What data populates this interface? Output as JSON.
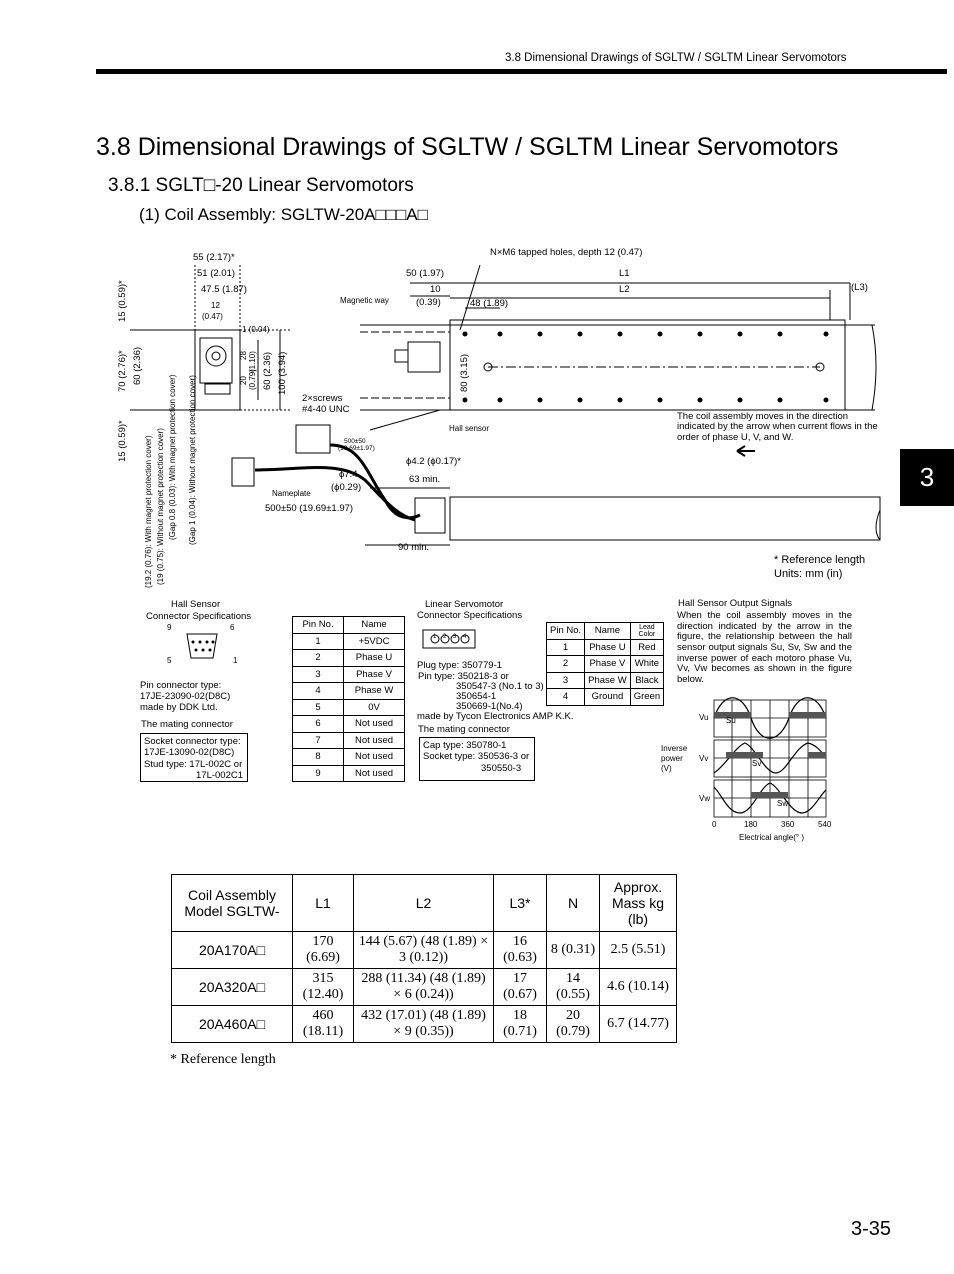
{
  "header": {
    "running_title": "3.8  Dimensional Drawings of SGLTW / SGLTM Linear Servomotors",
    "page_number": "3-35",
    "chapter_tab": "3"
  },
  "headings": {
    "h1": "3.8  Dimensional Drawings of SGLTW / SGLTM Linear Servomotors",
    "h2": "3.8.1  SGLT□-20 Linear Servomotors",
    "h3": "(1) Coil Assembly: SGLTW-20A□□□A□"
  },
  "drawing": {
    "dims_left": [
      "55 (2.17)*",
      "51 (2.01)",
      "47.5 (1.87)",
      "12",
      "(0.47)",
      "1 (0.04)",
      "15 (0.59)*",
      "70 (2.76)*",
      "60 (2.36)",
      "60 (2.36)",
      "100 (3.94)",
      "28",
      "(1.10)",
      "20",
      "(0.79)",
      "15 (0.59)*"
    ],
    "gap_notes": [
      "(19.2 (0.76): With magnet protection cover)",
      "(19 (0.75): Without magnet protection cover)",
      "(Gap 0.8 (0.03): With magnet protection cover)",
      "(Gap 1 (0.04): Without magnet protection cover)"
    ],
    "labels": {
      "tapped_holes": "N×M6 tapped holes, depth 12 (0.47)",
      "d50": "50 (1.97)",
      "d10": "10",
      "d10in": "(0.39)",
      "d48": "48 (1.89)",
      "L1": "L1",
      "L2": "L2",
      "L3": "(L3)",
      "magnetic_way": "Magnetic way",
      "d80": "80 (3.15)",
      "screws": "2×screws",
      "unc": "#4-40 UNC",
      "hall_sensor": "Hall sensor",
      "cable_small": "500±50",
      "cable_small_in": "(19.69±1.97)",
      "phi42": "ϕ4.2 (ϕ0.17)*",
      "phi74": "ϕ7.4",
      "phi029": "(ϕ0.29)",
      "min63": "63 min.",
      "min90": "90 min.",
      "nameplate": "Nameplate",
      "cable_len": "500±50 (19.69±1.97)",
      "direction_note": "The coil assembly moves in the direction indicated by the arrow when current flows in the order of phase U, V, and W.",
      "ref_length": "* Reference length",
      "units": "Units: mm (in)"
    }
  },
  "hall_connector": {
    "title1": "Hall Sensor",
    "title2": "Connector Specifications",
    "pins": [
      "9",
      "6",
      "5",
      "1"
    ],
    "pin_type1": "Pin connector type:",
    "pin_type2": "17JE-23090-02(D8C)",
    "pin_type3": "made by DDK Ltd.",
    "mating": "The mating connector",
    "socket1": "Socket connector type:",
    "socket2": "17JE-13090-02(D8C)",
    "socket3": "Stud type: 17L-002C or",
    "socket4": "17L-002C1"
  },
  "hall_pin_table": {
    "headers": [
      "Pin No.",
      "Name"
    ],
    "rows": [
      [
        "1",
        "+5VDC"
      ],
      [
        "2",
        "Phase U"
      ],
      [
        "3",
        "Phase V"
      ],
      [
        "4",
        "Phase W"
      ],
      [
        "5",
        "0V"
      ],
      [
        "6",
        "Not used"
      ],
      [
        "7",
        "Not used"
      ],
      [
        "8",
        "Not used"
      ],
      [
        "9",
        "Not used"
      ]
    ]
  },
  "servo_connector": {
    "title1": "Linear Servomotor",
    "title2": "Connector Specifications",
    "pins": [
      "1",
      "2",
      "3",
      "4"
    ],
    "plug": "Plug type: 350779-1",
    "pin1": "Pin type: 350218-3 or",
    "pin2": "350547-3 (No.1 to 3)",
    "pin3": "350654-1",
    "pin4": "350669-1(No.4)",
    "maker": "made by Tycon Electronics AMP K.K.",
    "mating": "The mating connector",
    "cap": "Cap type: 350780-1",
    "socket1": "Socket type: 350536-3 or",
    "socket2": "350550-3"
  },
  "servo_pin_table": {
    "headers": [
      "Pin No.",
      "Name",
      "Lead Color"
    ],
    "rows": [
      [
        "1",
        "Phase U",
        "Red"
      ],
      [
        "2",
        "Phase V",
        "White"
      ],
      [
        "3",
        "Phase W",
        "Black"
      ],
      [
        "4",
        "Ground",
        "Green"
      ]
    ]
  },
  "hall_output": {
    "title": "Hall Sensor Output Signals",
    "text": "When the coil assembly moves in the direction indicated by the arrow in the figure, the relationship between the hall sensor output signals Su, Sv, Sw and the inverse power of each motoro phase Vu, Vv, Vw becomes as shown in the figure below.",
    "phases": [
      "Vu",
      "Vv",
      "Vw"
    ],
    "signals": [
      "Su",
      "Sv",
      "Sw"
    ],
    "inverse1": "Inverse",
    "inverse2": "power",
    "inverse3": "(V)",
    "ticks": [
      "0",
      "180",
      "360",
      "540"
    ],
    "xlabel": "Electrical angle(° )"
  },
  "main_table": {
    "headers": [
      "Coil Assembly Model SGLTW-",
      "L1",
      "L2",
      "L3*",
      "N",
      "Approx. Mass kg (lb)"
    ],
    "rows": [
      [
        "20A170A□",
        "170 (6.69)",
        "144 (5.67) (48 (1.89) × 3 (0.12))",
        "16 (0.63)",
        "8 (0.31)",
        "2.5 (5.51)"
      ],
      [
        "20A320A□",
        "315 (12.40)",
        "288 (11.34) (48 (1.89) × 6 (0.24))",
        "17 (0.67)",
        "14 (0.55)",
        "4.6 (10.14)"
      ],
      [
        "20A460A□",
        "460 (18.11)",
        "432 (17.01) (48 (1.89) × 9 (0.35))",
        "18 (0.71)",
        "20 (0.79)",
        "6.7 (14.77)"
      ]
    ]
  },
  "footnote": "*  Reference length"
}
